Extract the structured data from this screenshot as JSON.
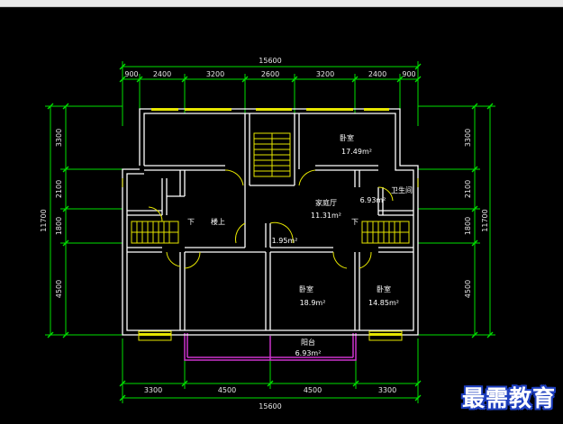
{
  "dimensions": {
    "top_total": "15600",
    "top_segments": [
      "900",
      "2400",
      "3200",
      "2600",
      "3200",
      "2400",
      "900"
    ],
    "bottom_segments": [
      "3300",
      "4500",
      "4500",
      "3300"
    ],
    "bottom_total": "15600",
    "left_total": "11700",
    "left_segments": [
      "3300",
      "2100",
      "1800",
      "4500"
    ],
    "right_total": "11700",
    "right_segments": [
      "3300",
      "2100",
      "1800",
      "4500"
    ]
  },
  "rooms": {
    "bedroom_top_right": {
      "name": "卧室",
      "area": "17.49m²"
    },
    "bathroom": {
      "name": "卫生间",
      "area": "6.93m²"
    },
    "living_room": {
      "name": "家庭厅",
      "area": "11.31m²"
    },
    "stair_left_down": "下",
    "stair_left_up": "楼上",
    "stair_right_down": "下",
    "hall_area": "1.95m²",
    "bedroom_bottom_mid": {
      "name": "卧室",
      "area": "18.9m²"
    },
    "bedroom_bottom_right": {
      "name": "卧室",
      "area": "14.85m²"
    },
    "balcony": {
      "name": "阳台",
      "area": "6.93m²"
    }
  },
  "colors": {
    "background": "#000000",
    "wall": "#ffffff",
    "dimension_line": "#00e000",
    "window": "#e6e600",
    "balcony": "#cc33cc"
  },
  "watermark": "最需教育"
}
